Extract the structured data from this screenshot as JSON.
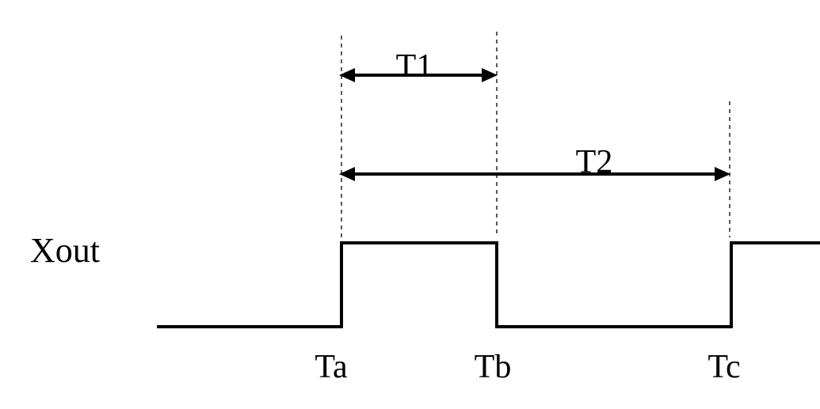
{
  "signal": {
    "name": "Xout"
  },
  "time_markers": {
    "ta": "Ta",
    "tb": "Tb",
    "tc": "Tc"
  },
  "intervals": {
    "t1": "T1",
    "t2": "T2"
  }
}
